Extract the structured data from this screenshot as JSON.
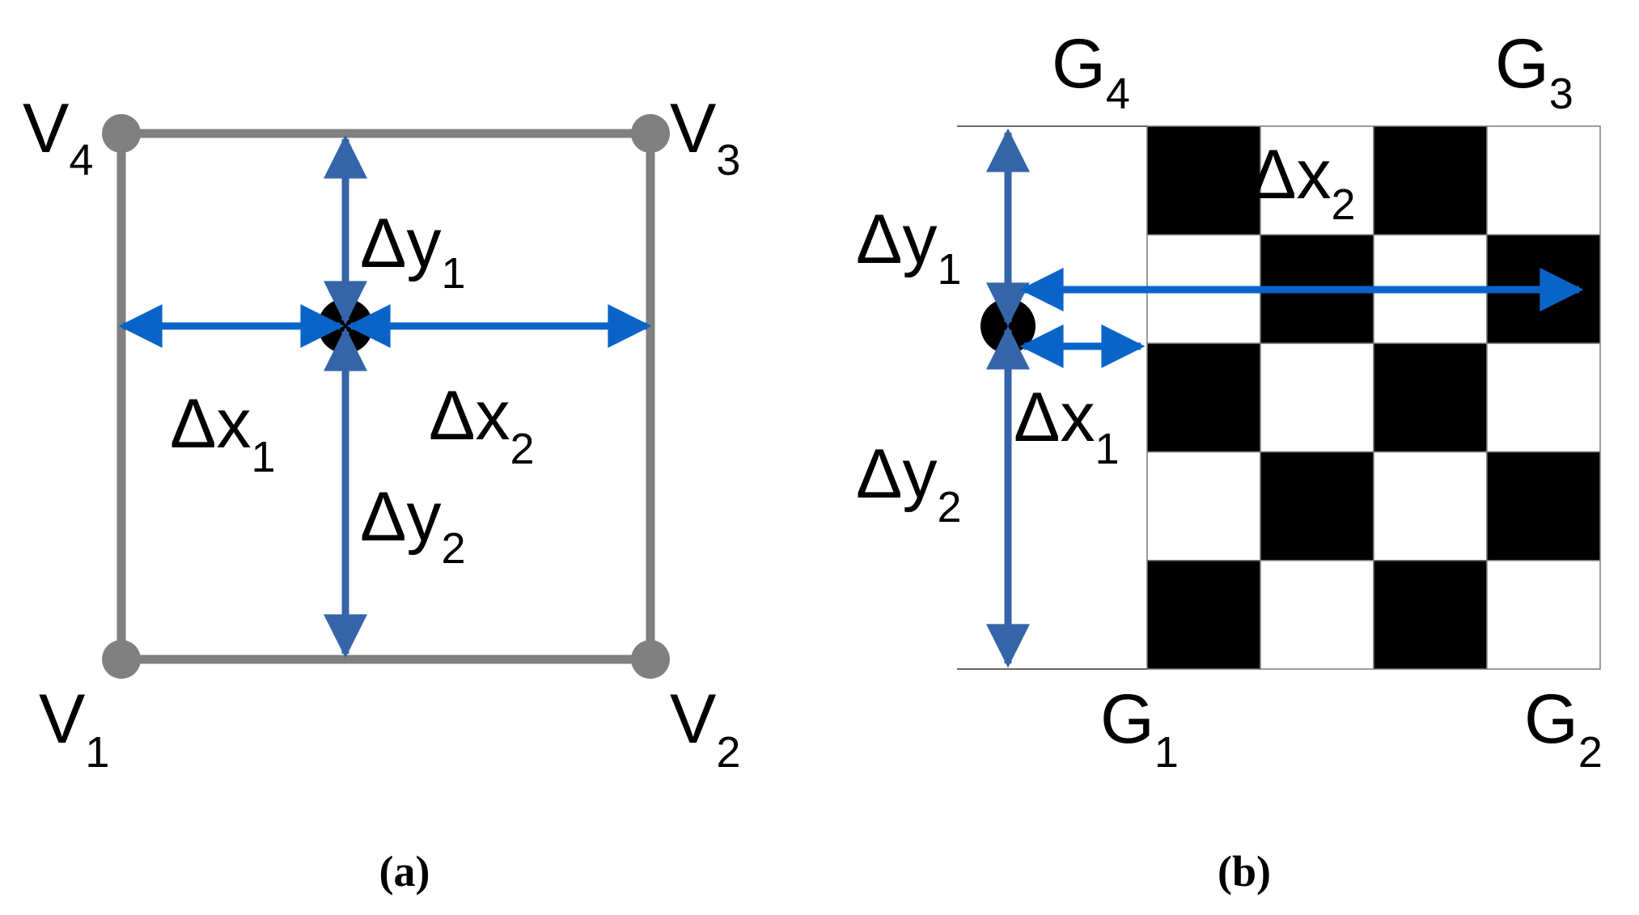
{
  "colors": {
    "square_stroke": "#808080",
    "arrow_bright": "#0a64c8",
    "arrow_muted": "#3565a8",
    "checker_dark": "#000000",
    "checker_light": "#ffffff",
    "text": "#000000"
  },
  "panel_a": {
    "vertices": [
      {
        "main": "V",
        "sub": "1"
      },
      {
        "main": "V",
        "sub": "2"
      },
      {
        "main": "V",
        "sub": "3"
      },
      {
        "main": "V",
        "sub": "4"
      }
    ],
    "deltas": {
      "dx1": {
        "main": "Δx",
        "sub": "1"
      },
      "dx2": {
        "main": "Δx",
        "sub": "2"
      },
      "dy1": {
        "main": "Δy",
        "sub": "1"
      },
      "dy2": {
        "main": "Δy",
        "sub": "2"
      }
    },
    "caption": {
      "open": "(",
      "letter": "a",
      "close": ")"
    }
  },
  "panel_b": {
    "grid": {
      "rows": 5,
      "cols": 4
    },
    "corners": [
      {
        "main": "G",
        "sub": "1"
      },
      {
        "main": "G",
        "sub": "2"
      },
      {
        "main": "G",
        "sub": "3"
      },
      {
        "main": "G",
        "sub": "4"
      }
    ],
    "deltas": {
      "dx1": {
        "main": "Δx",
        "sub": "1"
      },
      "dx2": {
        "main": "Δx",
        "sub": "2"
      },
      "dy1": {
        "main": "Δy",
        "sub": "1"
      },
      "dy2": {
        "main": "Δy",
        "sub": "2"
      }
    },
    "caption": {
      "open": "(",
      "letter": "b",
      "close": ")"
    }
  }
}
